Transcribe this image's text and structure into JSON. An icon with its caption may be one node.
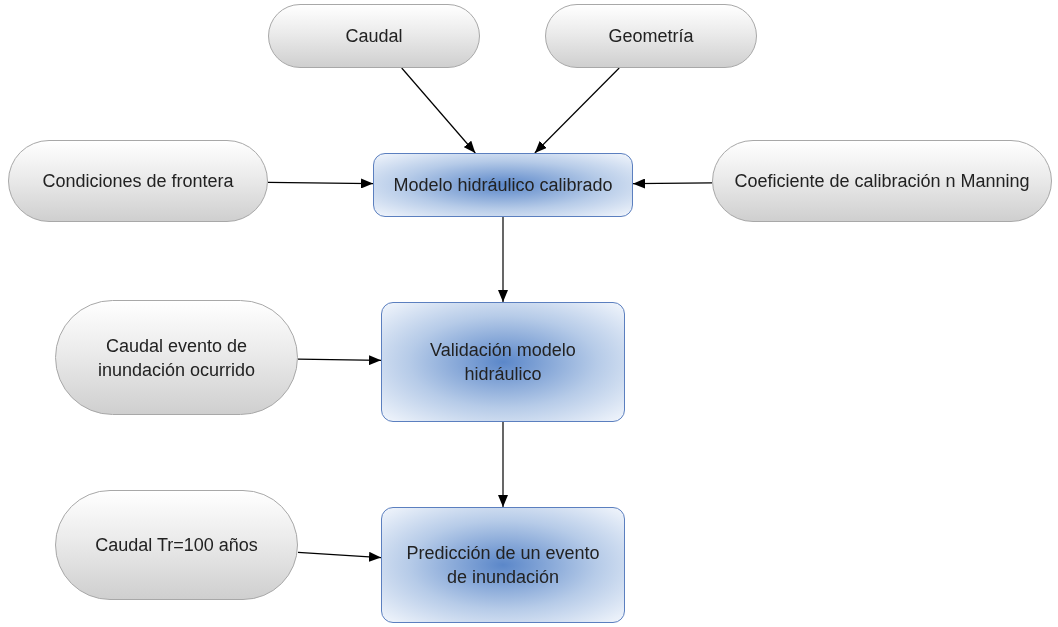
{
  "diagram": {
    "nodes": [
      {
        "text": [
          "Caudal"
        ]
      },
      {
        "text": [
          "Geometría"
        ]
      },
      {
        "text": [
          "Condiciones de frontera"
        ]
      },
      {
        "text": [
          "Modelo hidráulico calibrado"
        ]
      },
      {
        "text": [
          "Coeficiente de calibración n Manning"
        ]
      },
      {
        "text": [
          "Caudal evento de inundación ocurrido"
        ]
      },
      {
        "text": [
          "Validación modelo hidráulico"
        ]
      },
      {
        "text": [
          "Caudal Tr=100 años"
        ]
      },
      {
        "text": [
          "Predicción de un evento de inundación"
        ]
      }
    ],
    "edges": [
      {
        "from": 0,
        "to": 3,
        "arrow": "to"
      },
      {
        "from": 1,
        "to": 3,
        "arrow": "to"
      },
      {
        "from": 2,
        "to": 3,
        "arrow": "to"
      },
      {
        "from": 4,
        "to": 3,
        "arrow": "to"
      },
      {
        "from": 3,
        "to": 6,
        "arrow": "to"
      },
      {
        "from": 5,
        "to": 6,
        "arrow": "to"
      },
      {
        "from": 6,
        "to": 8,
        "arrow": "to"
      },
      {
        "from": 7,
        "to": 8,
        "arrow": "to"
      }
    ]
  }
}
